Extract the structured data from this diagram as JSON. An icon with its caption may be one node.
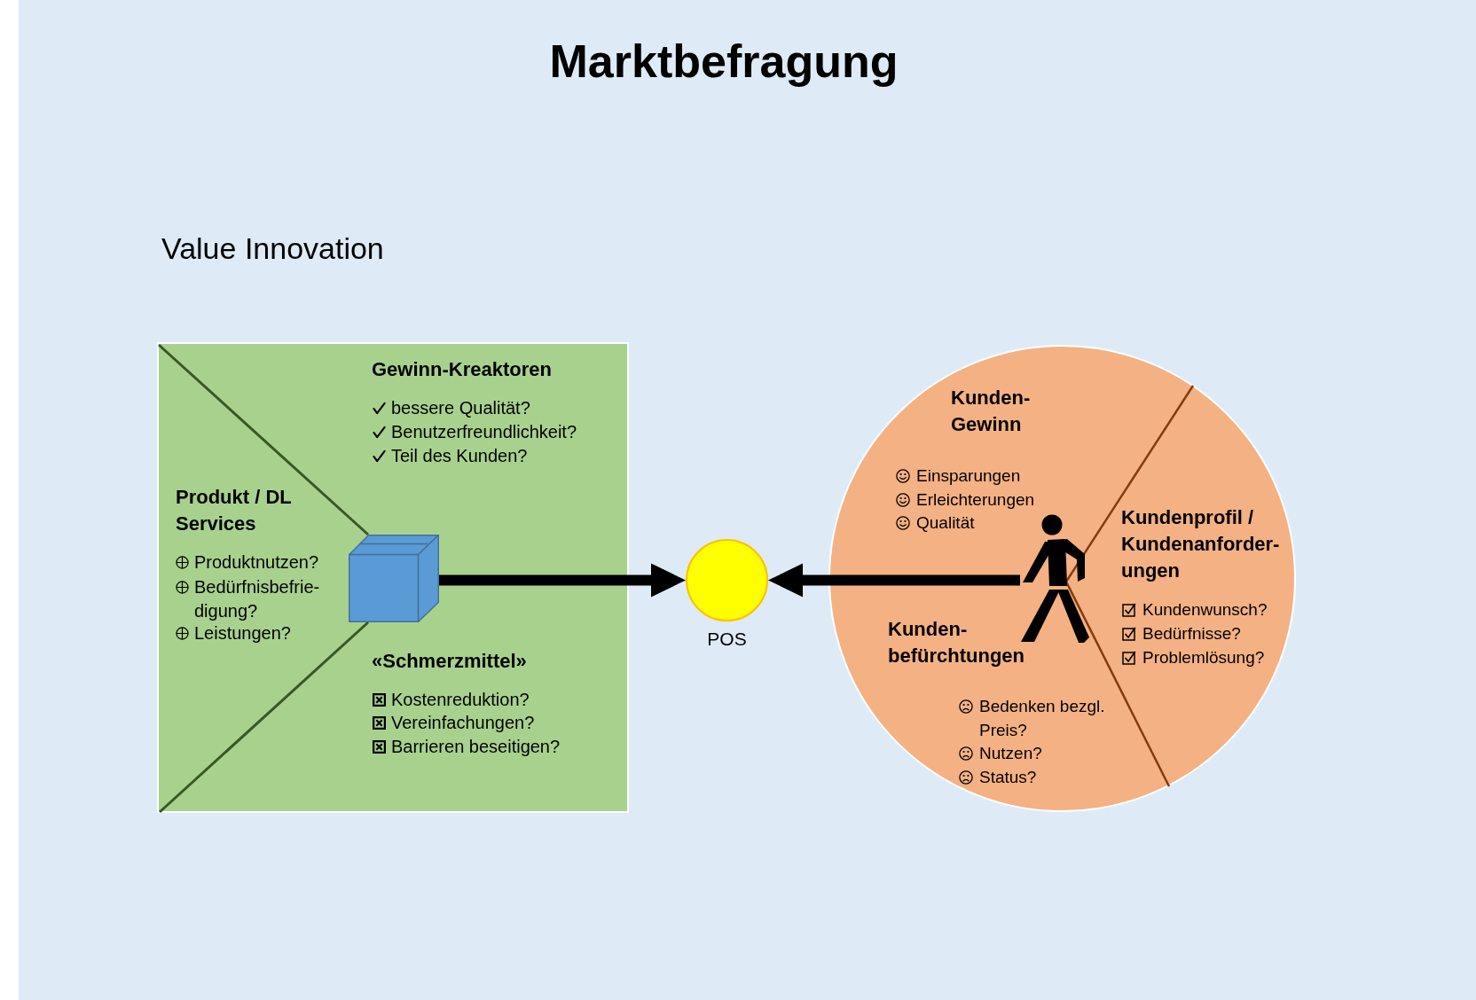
{
  "diagram": {
    "title": "Marktbefragung",
    "nodes": [
      {
        "text": [
          "Gewinn-Kreaktoren",
          "bessere Qualität?",
          "Benutzerfreundlichkeit?",
          "Teil des Kunden?",
          "Produkt / DL Services",
          "Produktnutzen?",
          "Bedürfnisbefrie- digung?",
          "Leistungen?",
          "«Schmerzmittel»",
          "Kostenreduktion?",
          "Vereinfachungen?",
          "Barrieren beseitigen?"
        ]
      },
      {
        "text": [],
        "shape": "box",
        "in": 0
      },
      {
        "text": [],
        "shape": "circle",
        "beside": [
          "POS"
        ]
      },
      {
        "text": [
          "Kunden- Gewinn",
          "Einsparungen",
          "Erleichterungen",
          "Qualität",
          "Kundenprofil / Kundenanforder- ungen",
          "Kundenwunsch?",
          "Bedürfnisse?",
          "Problemlösung?",
          "Kunden- befürchtungen",
          "Bedenken bezgl. Preis?",
          "Nutzen?",
          "Status?"
        ]
      },
      {
        "text": [],
        "shape": "person",
        "in": 3
      }
    ],
    "edges": [
      {
        "from": 1,
        "to": 2,
        "arrow": "to"
      },
      {
        "from": 4,
        "to": 2,
        "arrow": "to"
      }
    ],
    "labels": [
      "Value Innovation"
    ]
  }
}
